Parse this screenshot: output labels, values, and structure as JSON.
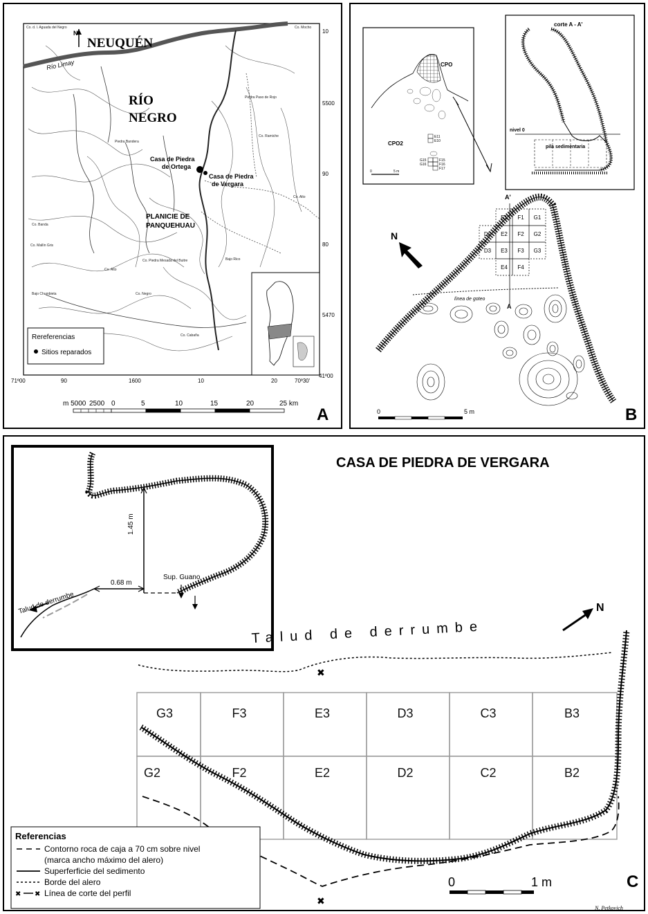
{
  "panel_a": {
    "letter": "A",
    "neuquen": "NEUQUÉN",
    "rio": "RÍO",
    "negro": "NEGRO",
    "north": "N",
    "river_limay": "Río Limay",
    "casa_ortega_1": "Casa de Piedra",
    "casa_ortega_2": "de Ortega",
    "casa_vergara_1": "Casa de Piedra",
    "casa_vergara_2": "de Vergara",
    "planicie_1": "PLANICIE DE",
    "planicie_2": "PANQUEHUAU",
    "ref_title": "Rereferencias",
    "ref_item": "Sitios reparados",
    "right_ticks": [
      "10",
      "5500",
      "90",
      "80",
      "5470",
      "41º00"
    ],
    "bottom_ticks": [
      "71º00",
      "90",
      "1600",
      "10",
      "20",
      "70º30'"
    ],
    "scale_labels": [
      "m 5000",
      "2500",
      "0",
      "5",
      "10",
      "15",
      "20",
      "25 km"
    ],
    "small_labels": [
      "Co. d. l. Aguada del Negro",
      "Co. Mocho",
      "Co. Alto",
      "Co. Negro",
      "Co. Piedra Mesada del Buitre",
      "Co. Cabaña",
      "Bajo Rico",
      "Co. Mallín Gris",
      "Piedra Bandera",
      "Co. Ramiche",
      "Co. Alto",
      "Co. Banda",
      "Bajo Chumbieta",
      "Piedra Paso de Rojo"
    ]
  },
  "panel_b": {
    "letter": "B",
    "cpo": "CPO",
    "cpo2": "CPO2",
    "small_grid": [
      "E11",
      "E10",
      "G15",
      "F15",
      "G16",
      "F16",
      "F17"
    ],
    "small_scale_0": "0",
    "small_scale_5": "5 m",
    "corte": "corte A - A'",
    "nivel": "nivel 0",
    "pila": "pila sedimentaria",
    "north": "N",
    "a_prime": "A'",
    "a_label": "A",
    "linea_goteo": "línea de goteo",
    "grid_cells": [
      {
        "label": "E1"
      },
      {
        "label": "F1"
      },
      {
        "label": "G1"
      },
      {
        "label": "D2"
      },
      {
        "label": "E2"
      },
      {
        "label": "F2"
      },
      {
        "label": "G2"
      },
      {
        "label": "D3"
      },
      {
        "label": "E3"
      },
      {
        "label": "F3"
      },
      {
        "label": "G3"
      },
      {
        "label": "E4"
      },
      {
        "label": "F4"
      }
    ],
    "scale_0": "0",
    "scale_5": "5 m"
  },
  "panel_c": {
    "letter": "C",
    "title": "CASA DE PIEDRA DE VERGARA",
    "north": "N",
    "talud": "Talud de derrumbe",
    "inset_talud": "Talud de derrumbe",
    "inset_sup": "Sup. Guano",
    "inset_145": "1.45 m",
    "inset_068": "0.68 m",
    "grid_row3": [
      "G3",
      "F3",
      "E3",
      "D3",
      "C3",
      "B3"
    ],
    "grid_row2": [
      "G2",
      "F2",
      "E2",
      "D2",
      "C2",
      "B2"
    ],
    "refs_title": "Referencias",
    "refs": [
      "Contorno roca de caja a 70 cm sobre nivel",
      "(marca ancho máximo del alero)",
      "Superferficie del sedimento",
      "Borde del alero",
      "Línea de corte del perfil"
    ],
    "scale_0": "0",
    "scale_1": "1 m",
    "author": "N. Petkovich"
  }
}
